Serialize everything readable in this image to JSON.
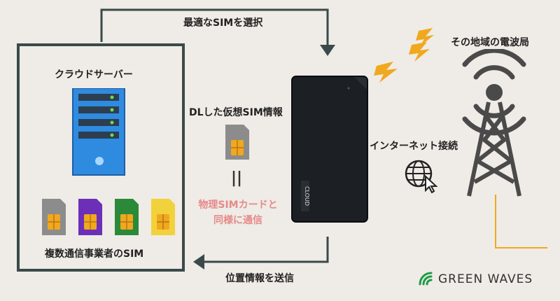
{
  "top_arrow": {
    "label": "最適なSIMを選択"
  },
  "bottom_arrow": {
    "label": "位置情報を送信"
  },
  "cloud_box": {
    "title": "クラウドサーバー",
    "caption": "複数通信事業者のSIM"
  },
  "sims": [
    {
      "color": "#8c8c8c"
    },
    {
      "color": "#6b2fb8"
    },
    {
      "color": "#2a8a3a"
    },
    {
      "color": "#f2d23c"
    }
  ],
  "middle": {
    "sim_label": "DLした仮想SIM情報",
    "equals": "||",
    "note_line1": "物理SIMカードと",
    "note_line2": "同様に通信"
  },
  "router": {
    "brand": "CLOUD"
  },
  "internet": {
    "label": "インターネット接続"
  },
  "tower": {
    "label": "その地域の電波局"
  },
  "logo": {
    "text": "GREEN WAVES"
  },
  "colors": {
    "accent_orange": "#f0a81e",
    "server_blue": "#2f8be0",
    "box_border": "#3a4a4a",
    "note_pink": "#e58a8a",
    "logo_green": "#1e9a48"
  }
}
